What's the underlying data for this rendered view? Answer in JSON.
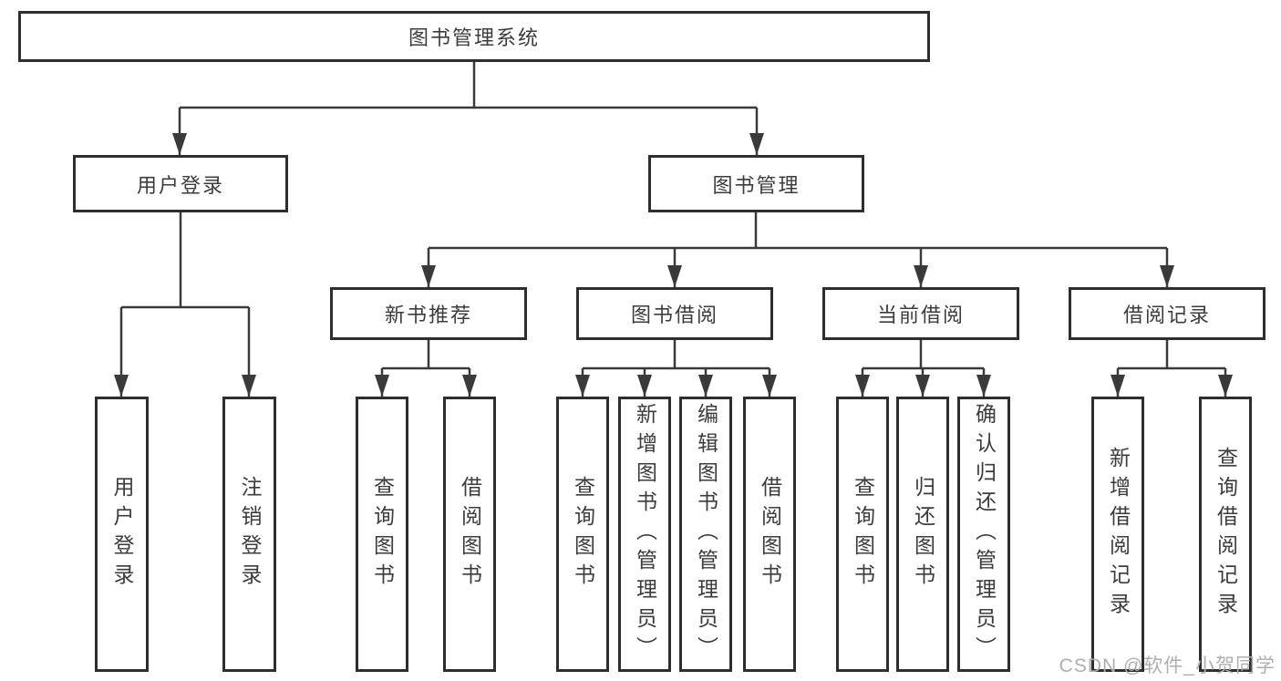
{
  "diagram": {
    "root": {
      "label": "图书管理系统"
    },
    "level1": [
      {
        "label": "用户登录",
        "children": [
          {
            "label": "用户登录"
          },
          {
            "label": "注销登录"
          }
        ]
      },
      {
        "label": "图书管理",
        "children": [
          {
            "label": "新书推荐",
            "children": [
              {
                "label": "查询图书"
              },
              {
                "label": "借阅图书"
              }
            ]
          },
          {
            "label": "图书借阅",
            "children": [
              {
                "label": "查询图书"
              },
              {
                "label": "新增图书（管理员）"
              },
              {
                "label": "编辑图书（管理员）"
              },
              {
                "label": "借阅图书"
              }
            ]
          },
          {
            "label": "当前借阅",
            "children": [
              {
                "label": "查询图书"
              },
              {
                "label": "归还图书"
              },
              {
                "label": "确认归还（管理员）"
              }
            ]
          },
          {
            "label": "借阅记录",
            "children": [
              {
                "label": "新增借阅记录"
              },
              {
                "label": "查询借阅记录"
              }
            ]
          }
        ]
      }
    ]
  },
  "watermark": {
    "text": "CSDN @软件_小贺同学"
  },
  "colors": {
    "line": "#3a3a3a",
    "box_border": "#2e2e2e",
    "text": "#3c3c3c",
    "background": "#ffffff",
    "watermark": "#aeaeae"
  }
}
